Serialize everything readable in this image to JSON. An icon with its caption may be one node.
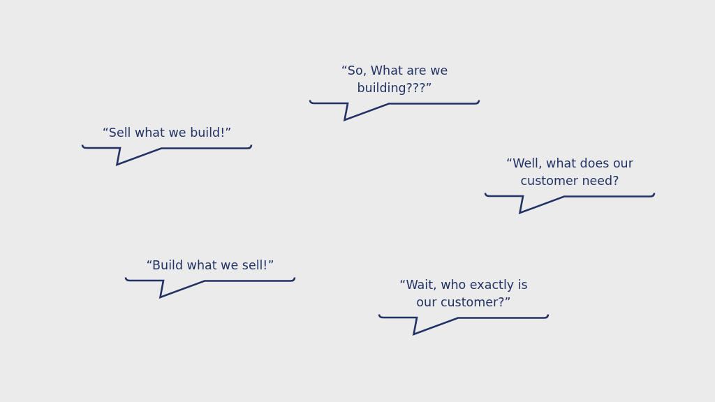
{
  "diagram": {
    "nodes": [
      {
        "text": [
          "“So, What are we building???”"
        ]
      },
      {
        "text": [
          "“Sell what we build!”"
        ]
      },
      {
        "text": [
          "“Well, what does our customer need?"
        ]
      },
      {
        "text": [
          "“Build what we sell!”"
        ]
      },
      {
        "text": [
          "“Wait, who exactly is our customer?”"
        ]
      }
    ]
  }
}
